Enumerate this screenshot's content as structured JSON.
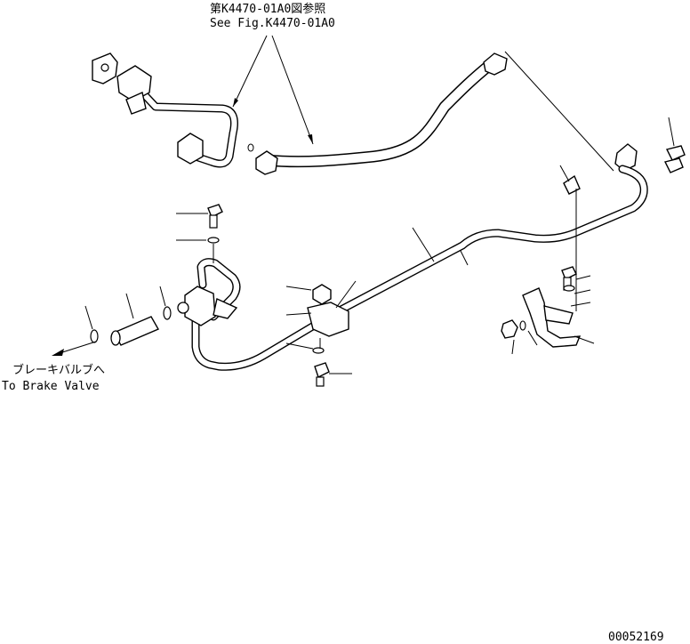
{
  "references": {
    "see_fig_jp": "第K4470-01A0図参照",
    "see_fig_en": "See Fig.K4470-01A0"
  },
  "destination": {
    "label_jp": "ブレーキバルブへ",
    "label_en": "To Brake Valve"
  },
  "drawing_number": "00052169"
}
